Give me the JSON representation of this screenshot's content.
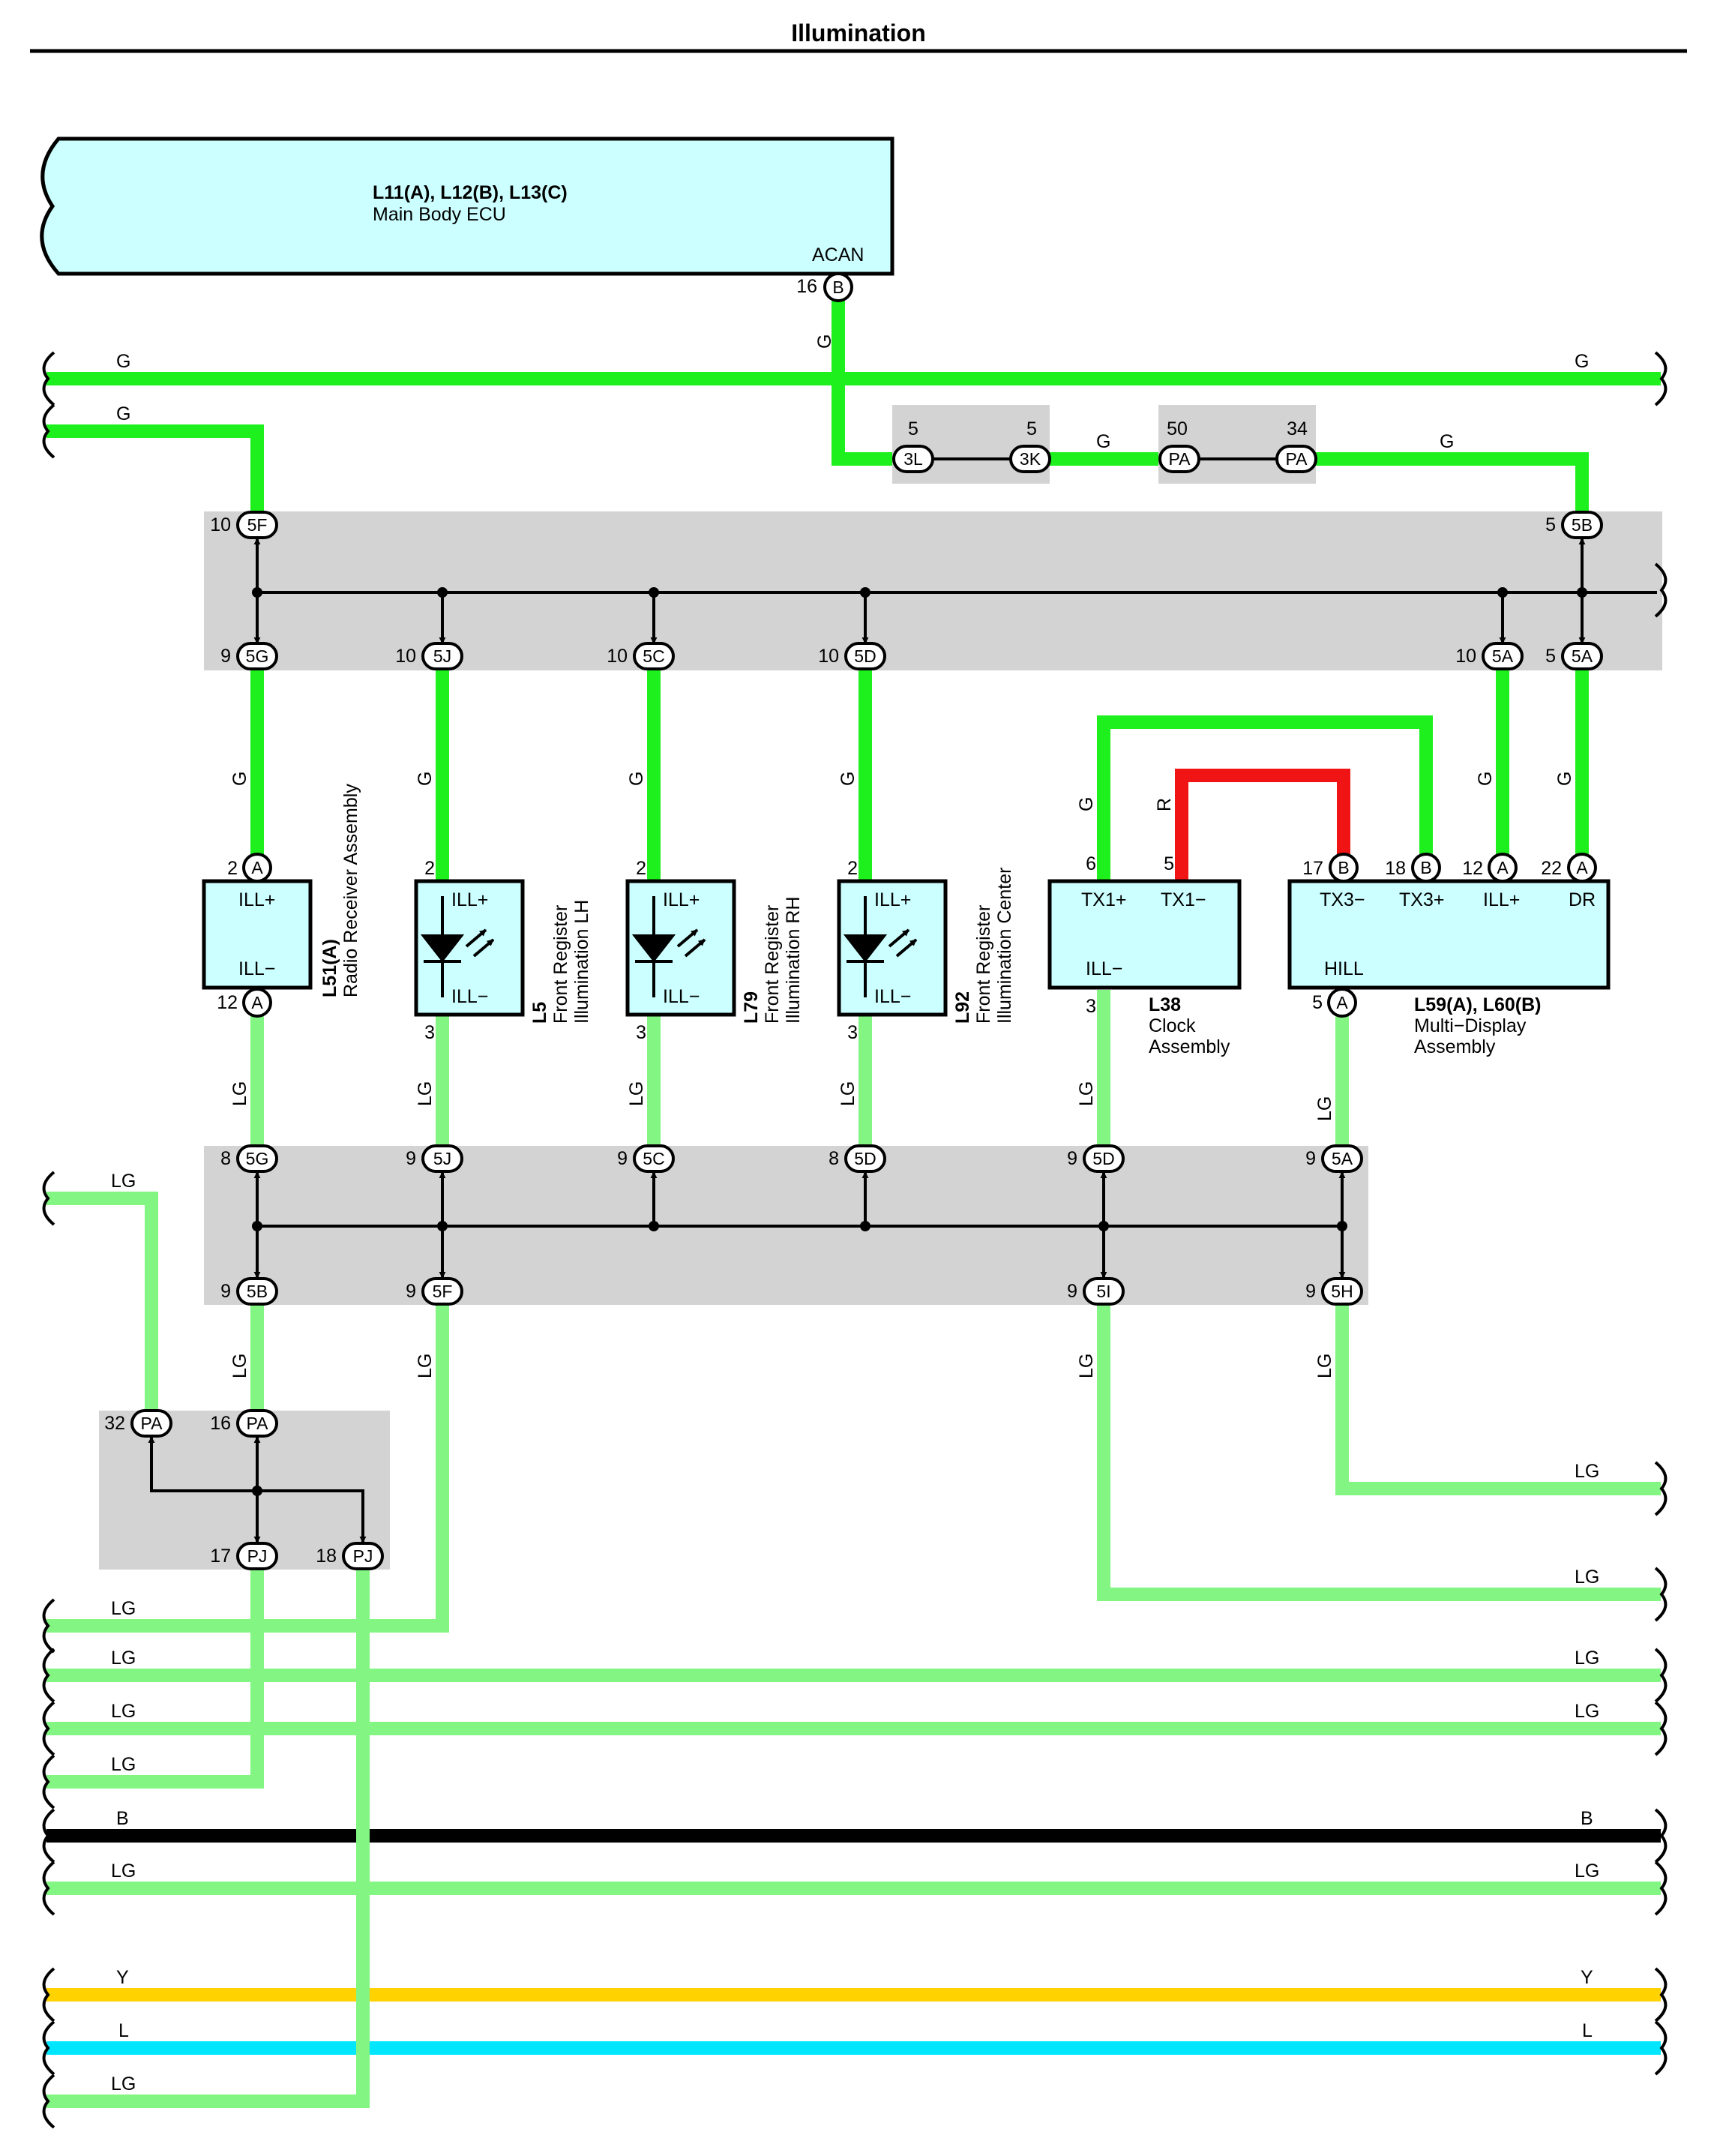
{
  "title": "Illumination",
  "colors": {
    "G": "#1ef01e",
    "LG": "#82f582",
    "R": "#f01414",
    "B": "#000000",
    "Y": "#ffd200",
    "L": "#00e6ff",
    "component_fill": "#ccffff",
    "junction_fill": "#d3d3d3"
  },
  "ecu": {
    "name_line1": "L11(A), L12(B), L13(C)",
    "name_line2": "Main Body ECU",
    "terminal": "ACAN",
    "pin_no": "16",
    "pin_conn": "B"
  },
  "wires": {
    "top_g1": "G",
    "top_g1_right": "G",
    "top_g2": "G",
    "ecu_out": "G",
    "seg_3k_pa": "G",
    "seg_pa_5b": "G",
    "radio_g": "G",
    "lh_g": "G",
    "rh_g": "G",
    "center_g": "G",
    "clock_g": "G",
    "clock_r": "R",
    "multi_g1": "G",
    "multi_g2": "G",
    "radio_lg": "LG",
    "lh_lg": "LG",
    "rh_lg": "LG",
    "center_lg": "LG",
    "clock_lg": "LG",
    "multi_lg": "LG",
    "left_lg_in": "LG",
    "lg_5b_down": "LG",
    "lg_5f_down": "LG",
    "lg_5i_down": "LG",
    "lg_5h_down": "LG",
    "out_lg_5h": "LG",
    "out_lg_5i": "LG",
    "bottom_lg1": "LG",
    "bottom_lg2_left": "LG",
    "bottom_lg2_right": "LG",
    "bottom_lg3_left": "LG",
    "bottom_lg3_right": "LG",
    "bottom_lg4": "LG",
    "bottom_b_left": "B",
    "bottom_b_right": "B",
    "bottom_lg5_left": "LG",
    "bottom_lg5_right": "LG",
    "bottom_y_left": "Y",
    "bottom_y_right": "Y",
    "bottom_l_left": "L",
    "bottom_l_right": "L",
    "bottom_lg6": "LG"
  },
  "connectors": {
    "c3L": {
      "pin": "5",
      "code": "3L"
    },
    "c3K": {
      "pin": "5",
      "code": "3K"
    },
    "cPA50": {
      "pin": "50",
      "code": "PA"
    },
    "cPA34": {
      "pin": "34",
      "code": "PA"
    },
    "j5F": {
      "pin": "10",
      "code": "5F"
    },
    "j5B_top": {
      "pin": "5",
      "code": "5B"
    },
    "j5G_top": {
      "pin": "9",
      "code": "5G"
    },
    "j5J_top": {
      "pin": "10",
      "code": "5J"
    },
    "j5C_top": {
      "pin": "10",
      "code": "5C"
    },
    "j5D_top": {
      "pin": "10",
      "code": "5D"
    },
    "j5A_10": {
      "pin": "10",
      "code": "5A"
    },
    "j5A_5": {
      "pin": "5",
      "code": "5A"
    },
    "j5G_mid": {
      "pin": "8",
      "code": "5G"
    },
    "j5J_mid": {
      "pin": "9",
      "code": "5J"
    },
    "j5C_mid": {
      "pin": "9",
      "code": "5C"
    },
    "j5D_8": {
      "pin": "8",
      "code": "5D"
    },
    "j5D_9": {
      "pin": "9",
      "code": "5D"
    },
    "j5A_9": {
      "pin": "9",
      "code": "5A"
    },
    "j5B_mid": {
      "pin": "9",
      "code": "5B"
    },
    "j5F_mid": {
      "pin": "9",
      "code": "5F"
    },
    "j5I": {
      "pin": "9",
      "code": "5I"
    },
    "j5H": {
      "pin": "9",
      "code": "5H"
    },
    "jPA32": {
      "pin": "32",
      "code": "PA"
    },
    "jPA16": {
      "pin": "16",
      "code": "PA"
    },
    "jPJ17": {
      "pin": "17",
      "code": "PJ"
    },
    "jPJ18": {
      "pin": "18",
      "code": "PJ"
    }
  },
  "components": {
    "radio": {
      "id": "L51(A)",
      "name": "Radio Receiver Assembly",
      "term_top": "ILL+",
      "term_bottom": "ILL−",
      "pin_top": "2",
      "pin_top_conn": "A",
      "pin_bottom": "12",
      "pin_bottom_conn": "A"
    },
    "lh": {
      "id": "L5",
      "name_line1": "Front Register",
      "name_line2": "Illumination LH",
      "term_top": "ILL+",
      "term_bottom": "ILL−",
      "pin_top": "2",
      "pin_bottom": "3"
    },
    "rh": {
      "id": "L79",
      "name_line1": "Front Register",
      "name_line2": "Illumination RH",
      "term_top": "ILL+",
      "term_bottom": "ILL−",
      "pin_top": "2",
      "pin_bottom": "3"
    },
    "center": {
      "id": "L92",
      "name_line1": "Front Register",
      "name_line2": "Illumination Center",
      "term_top": "ILL+",
      "term_bottom": "ILL−",
      "pin_top": "2",
      "pin_bottom": "3"
    },
    "clock": {
      "id": "L38",
      "name_line1": "Clock",
      "name_line2": "Assembly",
      "term_tx1p": "TX1+",
      "term_tx1m": "TX1−",
      "term_ill": "ILL−",
      "pin_tx1p": "6",
      "pin_tx1m": "5",
      "pin_ill": "3"
    },
    "multi": {
      "id": "L59(A), L60(B)",
      "name_line1": "Multi−Display",
      "name_line2": "Assembly",
      "term_tx3m": "TX3−",
      "term_tx3p": "TX3+",
      "term_illp": "ILL+",
      "term_dr": "DR",
      "term_hill": "HILL",
      "pin_tx3m": "17",
      "pin_tx3m_conn": "B",
      "pin_tx3p": "18",
      "pin_tx3p_conn": "B",
      "pin_illp": "12",
      "pin_illp_conn": "A",
      "pin_dr": "22",
      "pin_dr_conn": "A",
      "pin_hill": "5",
      "pin_hill_conn": "A"
    }
  }
}
